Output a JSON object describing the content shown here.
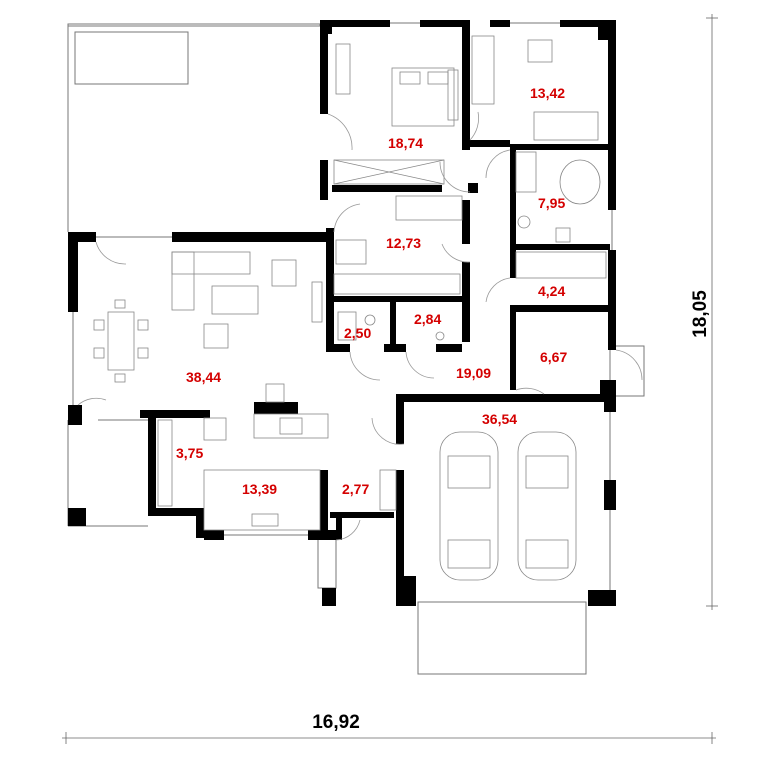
{
  "plan": {
    "rooms": [
      {
        "id": "bedroom-master",
        "area": "18,74"
      },
      {
        "id": "bedroom-2",
        "area": "13,42"
      },
      {
        "id": "bathroom",
        "area": "7,95"
      },
      {
        "id": "bedroom-3",
        "area": "12,73"
      },
      {
        "id": "wardrobe",
        "area": "4,24"
      },
      {
        "id": "wc",
        "area": "2,50"
      },
      {
        "id": "storage",
        "area": "2,84"
      },
      {
        "id": "boiler-room",
        "area": "6,67"
      },
      {
        "id": "living-dining",
        "area": "38,44"
      },
      {
        "id": "hall",
        "area": "19,09"
      },
      {
        "id": "garage",
        "area": "36,54"
      },
      {
        "id": "pantry",
        "area": "3,75"
      },
      {
        "id": "kitchen",
        "area": "13,39"
      },
      {
        "id": "vestibule",
        "area": "2,77"
      }
    ],
    "dimensions": {
      "width": "16,92",
      "height": "18,05"
    },
    "colors": {
      "area_label": "#d40000",
      "wall": "#000000",
      "line": "#777777"
    }
  }
}
